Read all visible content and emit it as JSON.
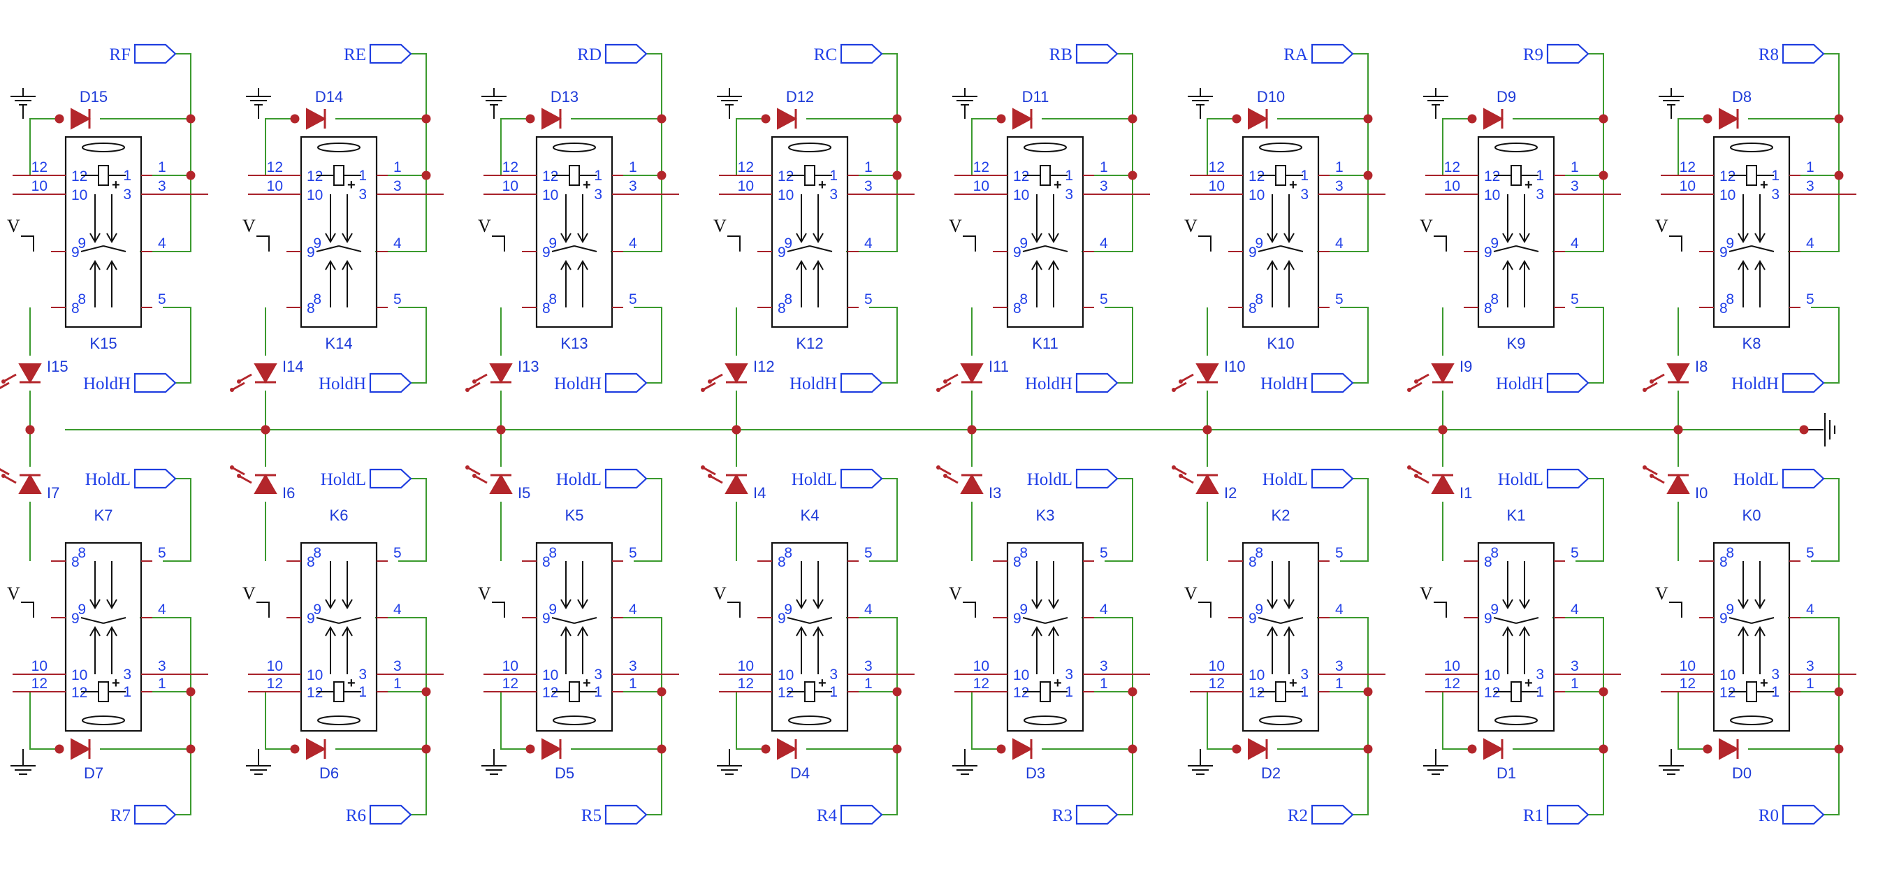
{
  "top_row": [
    {
      "relay": "K15",
      "diode": "D15",
      "led": "I15",
      "net": "RF",
      "hold": "HoldH"
    },
    {
      "relay": "K14",
      "diode": "D14",
      "led": "I14",
      "net": "RE",
      "hold": "HoldH"
    },
    {
      "relay": "K13",
      "diode": "D13",
      "led": "I13",
      "net": "RD",
      "hold": "HoldH"
    },
    {
      "relay": "K12",
      "diode": "D12",
      "led": "I12",
      "net": "RC",
      "hold": "HoldH"
    },
    {
      "relay": "K11",
      "diode": "D11",
      "led": "I11",
      "net": "RB",
      "hold": "HoldH"
    },
    {
      "relay": "K10",
      "diode": "D10",
      "led": "I10",
      "net": "RA",
      "hold": "HoldH"
    },
    {
      "relay": "K9",
      "diode": "D9",
      "led": "I9",
      "net": "R9",
      "hold": "HoldH"
    },
    {
      "relay": "K8",
      "diode": "D8",
      "led": "I8",
      "net": "R8",
      "hold": "HoldH"
    }
  ],
  "bottom_row": [
    {
      "relay": "K7",
      "diode": "D7",
      "led": "I7",
      "net": "R7",
      "hold": "HoldL"
    },
    {
      "relay": "K6",
      "diode": "D6",
      "led": "I6",
      "net": "R6",
      "hold": "HoldL"
    },
    {
      "relay": "K5",
      "diode": "D5",
      "led": "I5",
      "net": "R5",
      "hold": "HoldL"
    },
    {
      "relay": "K4",
      "diode": "D4",
      "led": "I4",
      "net": "R4",
      "hold": "HoldL"
    },
    {
      "relay": "K3",
      "diode": "D3",
      "led": "I3",
      "net": "R3",
      "hold": "HoldL"
    },
    {
      "relay": "K2",
      "diode": "D2",
      "led": "I2",
      "net": "R2",
      "hold": "HoldL"
    },
    {
      "relay": "K1",
      "diode": "D1",
      "led": "I1",
      "net": "R1",
      "hold": "HoldL"
    },
    {
      "relay": "K0",
      "diode": "D0",
      "led": "I0",
      "net": "R0",
      "hold": "HoldL"
    }
  ],
  "supply_label": "V",
  "pin_numbers": {
    "p1": "1",
    "p3": "3",
    "p4": "4",
    "p5": "5",
    "p8": "8",
    "p9": "9",
    "p10": "10",
    "p12": "12"
  },
  "coil_polarity": "+",
  "colors": {
    "wire": "#3b9a2e",
    "pin": "#a8222a",
    "junction": "#b3262b",
    "label": "#2140e8",
    "body": "#111111"
  }
}
